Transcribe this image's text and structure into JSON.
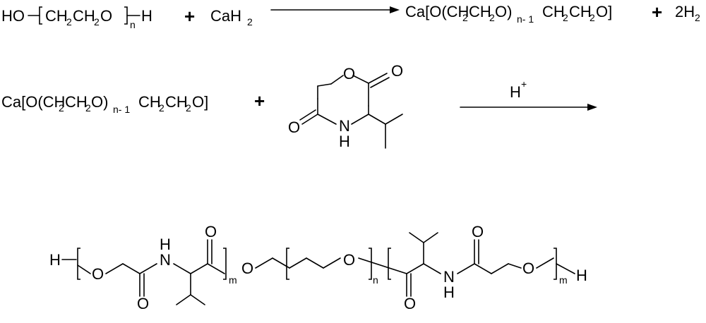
{
  "reaction1": {
    "reactant1": {
      "pre": "HO",
      "unit_a": "CH",
      "sub_a": "2",
      "unit_b": "CH",
      "sub_b": "2",
      "unit_c": "O",
      "repeat": "n",
      "post": "H"
    },
    "plus": "+",
    "reactant2": {
      "main": "CaH",
      "sub": "2"
    },
    "product1": {
      "t1": "Ca[O(CH",
      "s1": "2",
      "t2": "CH",
      "s2": "2",
      "t3": "O)",
      "s3": "n- 1",
      "t4": "CH",
      "s4": "2",
      "t5": "CH",
      "s5": "2",
      "t6": "O]"
    },
    "product_plus": "+",
    "product2": {
      "main": "2H",
      "sub": "2"
    }
  },
  "reaction2": {
    "reactant1": {
      "t1": "Ca[O(CH",
      "s1": "2",
      "t2": "CH",
      "s2": "2",
      "t3": "O)",
      "s3": "n- 1",
      "t4": "CH",
      "s4": "2",
      "t5": "CH",
      "s5": "2",
      "t6": "O]"
    },
    "plus": "+",
    "ring_atoms": {
      "ring_o": "O",
      "carbonyl_o1": "O",
      "carbonyl_o2": "O",
      "n": "N",
      "h": "H"
    },
    "catalyst": {
      "main": "H",
      "sup": "+"
    }
  },
  "product": {
    "h_left": "H",
    "o1": "O",
    "n1": "N",
    "h_n1": "H",
    "o_c1_up": "O",
    "o_c2_down": "O",
    "m_left": "m",
    "o_link": "O",
    "o_peg": "O",
    "n_peg": "n",
    "o_c3_down": "O",
    "n2": "N",
    "h_n2": "H",
    "o_c4_up": "O",
    "o_right": "O",
    "m_right": "m",
    "h_right": "H"
  }
}
